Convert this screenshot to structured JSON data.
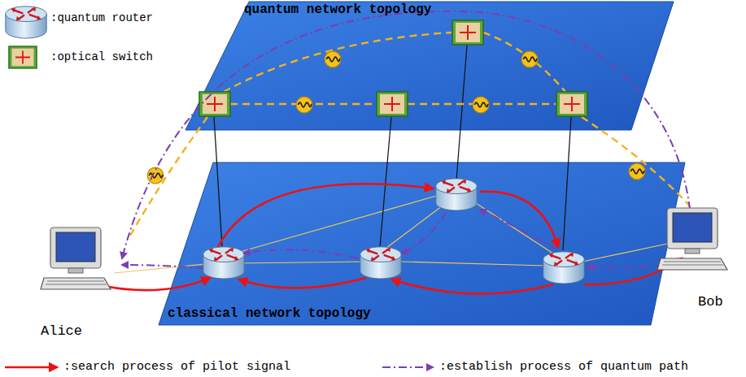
{
  "diagram": {
    "nodes": [
      {
        "text": [
          "Alice"
        ]
      },
      {
        "text": [
          "Bob"
        ]
      }
    ],
    "labels": [
      "quantum network topology",
      "classical network topology"
    ],
    "legend": [
      {
        "text": ":quantum router"
      },
      {
        "text": ":optical switch"
      },
      {
        "text": ":search process of pilot signal"
      },
      {
        "text": ":establish process of quantum path"
      }
    ]
  }
}
